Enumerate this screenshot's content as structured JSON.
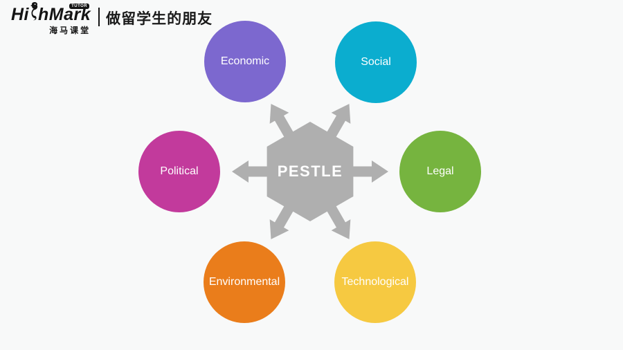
{
  "logo": {
    "brand_prefix": "Hi",
    "brand_suffix": "hMark",
    "badge": "TUTOR",
    "brand_cn": "海马课堂",
    "slogan": "做留学生的朋友",
    "color": "#141414"
  },
  "diagram": {
    "center_label": "PESTLE",
    "center_color": "#afafaf",
    "label_color": "#ffffff",
    "nodes": [
      {
        "label": "Economic",
        "color": "#7c68cf",
        "position": "top-left"
      },
      {
        "label": "Social",
        "color": "#0badcf",
        "position": "top-right"
      },
      {
        "label": "Political",
        "color": "#c23a9c",
        "position": "left"
      },
      {
        "label": "Legal",
        "color": "#76b43f",
        "position": "right"
      },
      {
        "label": "Environmental",
        "color": "#ea7d1b",
        "position": "bottom-left"
      },
      {
        "label": "Technological",
        "color": "#f6c941",
        "position": "bottom-right"
      }
    ]
  },
  "page": {
    "background": "#f8f9f9"
  }
}
